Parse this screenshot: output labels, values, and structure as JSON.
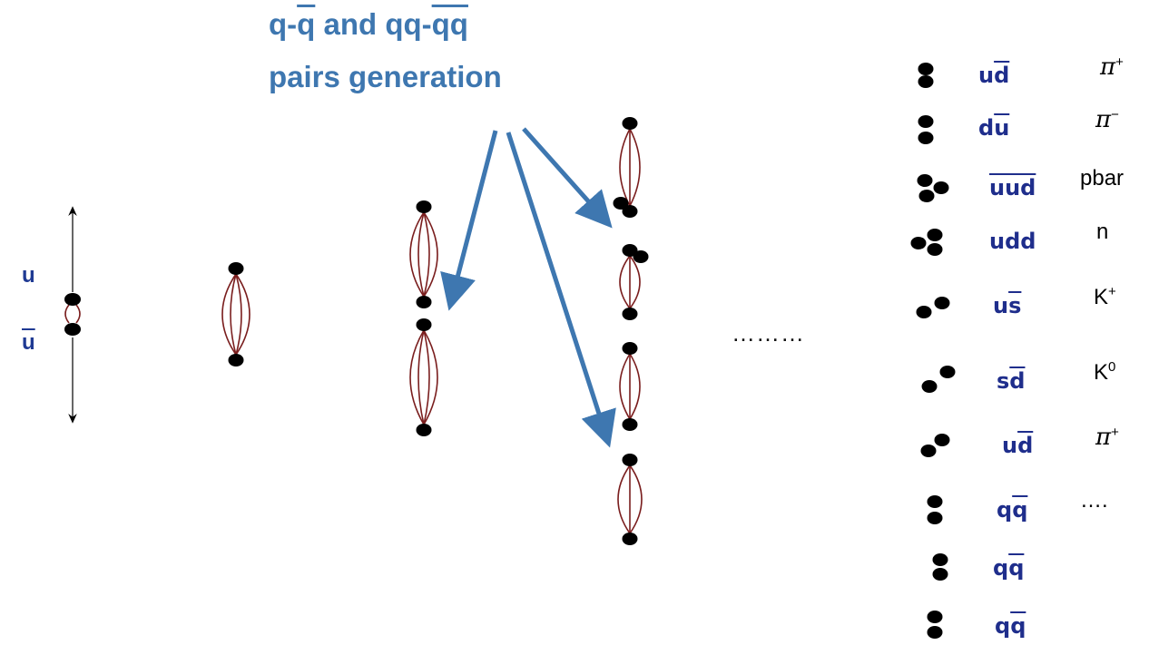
{
  "title": {
    "line1_parts": [
      "q-",
      "q",
      " and qq-",
      "qq"
    ],
    "line2": "pairs generation"
  },
  "initial_quarks": {
    "top": "u",
    "bottom": "u"
  },
  "ellipsis": "………",
  "hadrons": [
    {
      "quarks": [
        [
          "u",
          false
        ],
        [
          "d",
          true
        ]
      ],
      "name": "π",
      "charge": "+"
    },
    {
      "quarks": [
        [
          "d",
          false
        ],
        [
          "u",
          true
        ]
      ],
      "name": "π",
      "charge": "−"
    },
    {
      "quarks": [
        [
          "uud",
          true
        ]
      ],
      "name": "pbar",
      "charge": ""
    },
    {
      "quarks": [
        [
          "udd",
          false
        ]
      ],
      "name": "n",
      "charge": ""
    },
    {
      "quarks": [
        [
          "u",
          false
        ],
        [
          "s",
          true
        ]
      ],
      "name": "K",
      "charge": "+"
    },
    {
      "quarks": [
        [
          "s",
          false
        ],
        [
          "d",
          true
        ]
      ],
      "name": "K",
      "charge": "0"
    },
    {
      "quarks": [
        [
          "u",
          false
        ],
        [
          "d",
          true
        ]
      ],
      "name": "π",
      "charge": "+"
    },
    {
      "quarks": [
        [
          "q",
          false
        ],
        [
          "q",
          true
        ]
      ],
      "name": "….",
      "charge": ""
    },
    {
      "quarks": [
        [
          "q",
          false
        ],
        [
          "q",
          true
        ]
      ],
      "name": "",
      "charge": ""
    },
    {
      "quarks": [
        [
          "q",
          false
        ],
        [
          "q",
          true
        ]
      ],
      "name": "",
      "charge": ""
    }
  ],
  "colors": {
    "title": "#3E77B0",
    "arrow": "#3E77B0",
    "string": "#7A1E1E",
    "quark_label": "#1F2E8C"
  }
}
